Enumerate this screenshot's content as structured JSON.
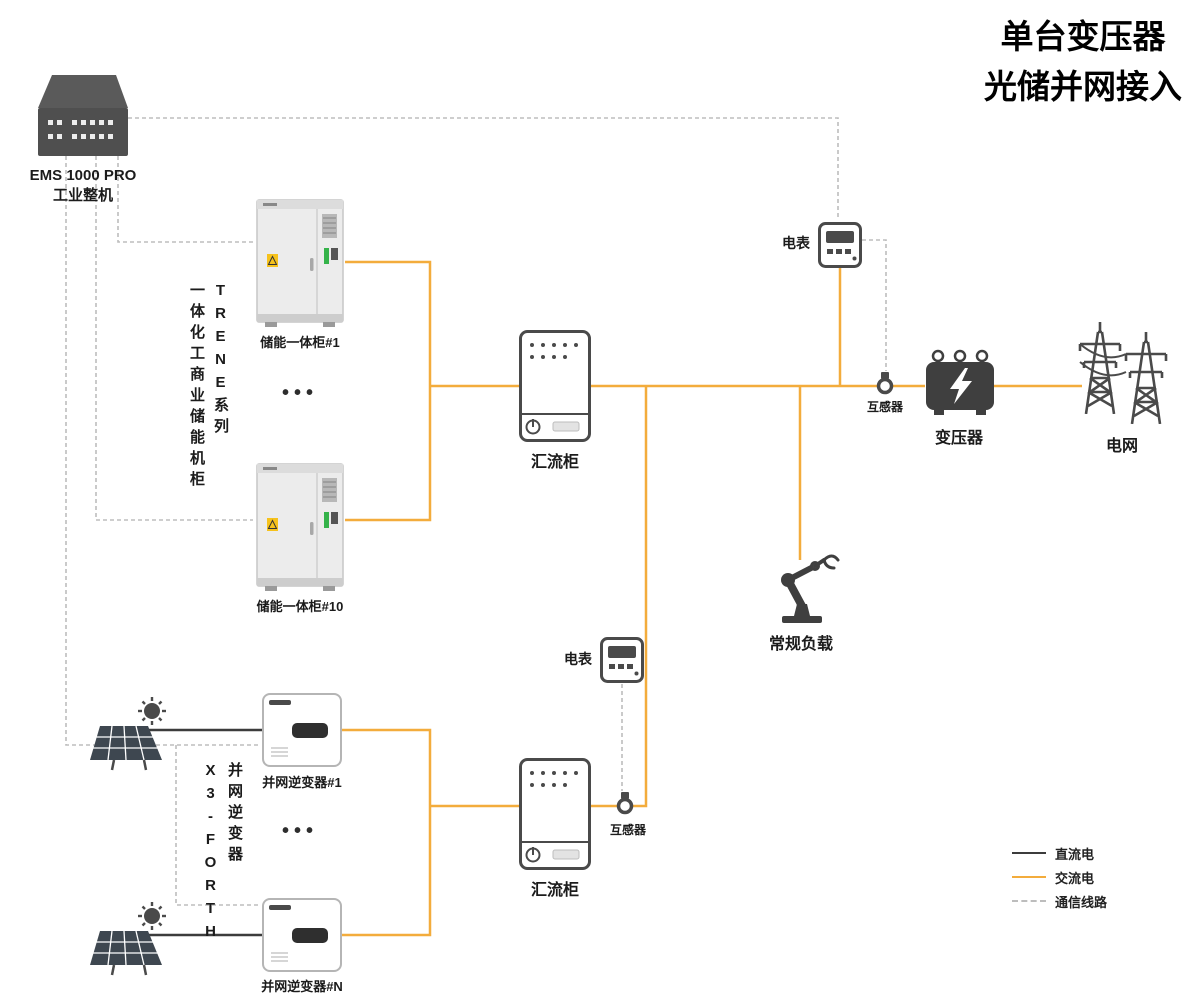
{
  "title": {
    "line1": "单台变压器",
    "line2": "光储并网接入"
  },
  "colors": {
    "ac_line": "#F3AC3C",
    "dc_line": "#3C3C3C",
    "comm_line": "#BDBDBD",
    "icon_dark": "#4A4A4A",
    "indicator_green": "#35B34A",
    "warning_yellow": "#F6C21C"
  },
  "nodes": {
    "ems": {
      "label1": "EMS 1000 PRO",
      "label2": "工业整机"
    },
    "storage_series": {
      "col1": "一体化工商业储能机柜",
      "col2": "TRENE系列"
    },
    "cabinet1": {
      "label": "储能一体柜#1"
    },
    "cabinet10": {
      "label": "储能一体柜#10"
    },
    "storage_dots": "•••",
    "combiner_top": {
      "label": "汇流柜"
    },
    "combiner_bottom": {
      "label": "汇流柜"
    },
    "meter_top": {
      "label": "电表"
    },
    "meter_bottom": {
      "label": "电表"
    },
    "ct_top": {
      "label": "互感器"
    },
    "ct_bottom": {
      "label": "互感器"
    },
    "transformer": {
      "label": "变压器"
    },
    "grid": {
      "label": "电网"
    },
    "load": {
      "label": "常规负载"
    },
    "inverter_series": {
      "col1": "X3-FORTH",
      "col2": "并网逆变器"
    },
    "inverter1": {
      "label": "并网逆变器#1"
    },
    "inverterN": {
      "label": "并网逆变器#N"
    },
    "inverter_dots": "•••"
  },
  "legend": {
    "items": [
      {
        "label": "直流电",
        "type": "dc"
      },
      {
        "label": "交流电",
        "type": "ac"
      },
      {
        "label": "通信线路",
        "type": "comm"
      }
    ]
  }
}
